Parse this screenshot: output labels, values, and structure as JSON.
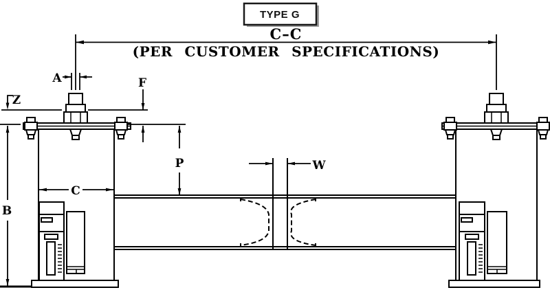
{
  "drawing": {
    "title_box": {
      "label": "TYPE G"
    },
    "heading": {
      "dimension": "C–C",
      "note": "(PER CUSTOMER SPECIFICATIONS)"
    },
    "dimension_labels": {
      "a": "A",
      "f": "F",
      "z": "Z",
      "b": "B",
      "c": "C",
      "p": "P",
      "w": "W"
    }
  },
  "colors": {
    "line": "#000000",
    "background": "#ffffff",
    "title_border": "#1a1a1a",
    "title_shadow": "#999999"
  }
}
